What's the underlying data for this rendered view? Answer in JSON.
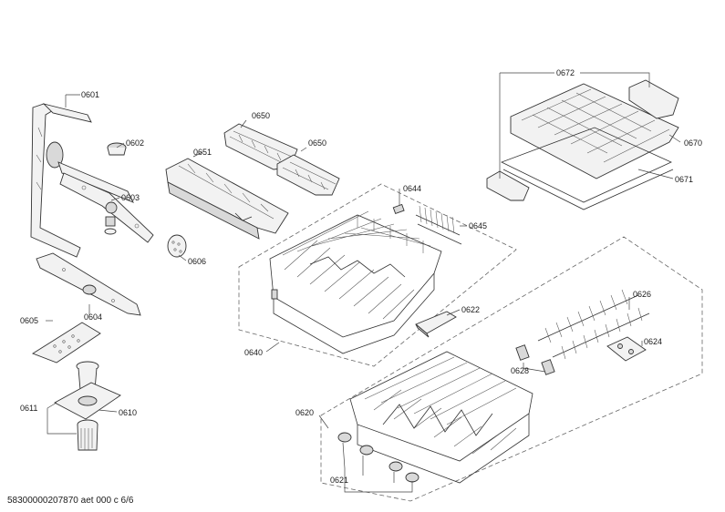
{
  "footer_code": "58300000207870 aet 000 c 6/6",
  "labels": {
    "p0601": "0601",
    "p0602": "0602",
    "p0603": "0603",
    "p0604": "0604",
    "p0605": "0605",
    "p0606": "0606",
    "p0610": "0610",
    "p0611": "0611",
    "p0620": "0620",
    "p0621": "0621",
    "p0622": "0622",
    "p0624": "0624",
    "p0626": "0626",
    "p0628": "0628",
    "p0640": "0640",
    "p0644": "0644",
    "p0645": "0645",
    "p0650a": "0650",
    "p0650b": "0650",
    "p0651": "0651",
    "p0670": "0670",
    "p0671": "0671",
    "p0672": "0672"
  }
}
